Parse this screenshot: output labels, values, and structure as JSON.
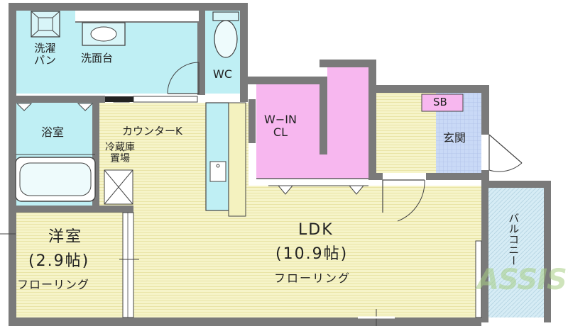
{
  "rooms": {
    "laundry_pan": "洗濯\nパン",
    "washbasin": "洗面台",
    "wc": "WC",
    "bathroom": "浴室",
    "counter_kitchen": "カウンターK",
    "fridge_space": "冷蔵庫\n置場",
    "walk_in_closet": "W−IN\nCL",
    "shoe_box": "SB",
    "entrance": "玄関",
    "ldk": "LDK",
    "ldk_size": "(10.9帖)",
    "ldk_floor": "フローリング",
    "western_room": "洋室",
    "western_size": "(2.9帖)",
    "western_floor": "フローリング",
    "balcony": "バルコニー"
  },
  "logo": {
    "text": "ASSIST"
  },
  "colors": {
    "wall": "#7a7a7a",
    "wet_area": "#bfeff4",
    "closet": "#f7b7ef",
    "floor_wood": "#f6f4c9",
    "entrance_tile": "#c9d9f6",
    "balcony": "#c9e6f2",
    "logo": "#a8cf85"
  }
}
